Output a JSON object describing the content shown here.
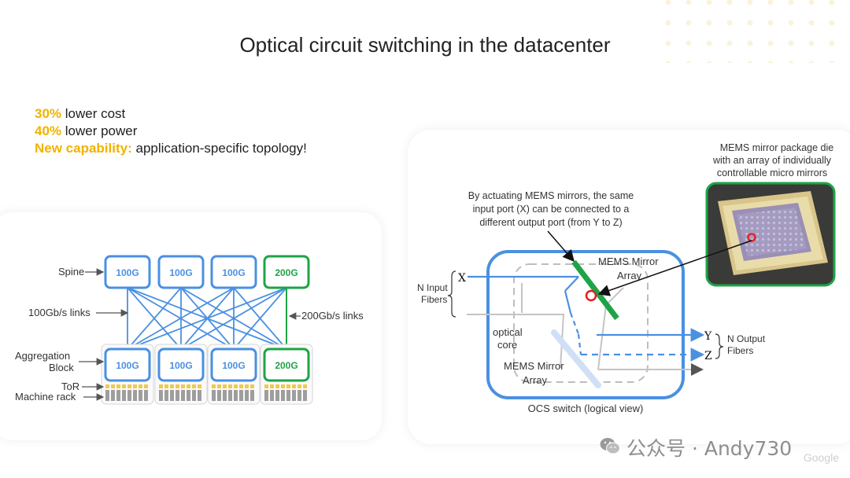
{
  "slide": {
    "title": "Optical circuit switching in the datacenter",
    "bullets": [
      {
        "highlight": "30%",
        "text": " lower cost"
      },
      {
        "highlight": "40%",
        "text": " lower power"
      },
      {
        "highlight": "New capability:",
        "text": " application-specific topology!"
      }
    ]
  },
  "topology": {
    "spine_label": "Spine",
    "links_label": "100Gb/s links",
    "links_200_label": "200Gb/s links",
    "aggregation_label": [
      "Aggregation",
      "Block"
    ],
    "tor_label": "ToR",
    "rack_label": "Machine rack",
    "spine_blocks": [
      "100G",
      "100G",
      "100G",
      "200G"
    ],
    "agg_blocks": [
      "100G",
      "100G",
      "100G",
      "200G"
    ],
    "colors": {
      "blue": "#4a90e2",
      "green": "#1ea446",
      "tor": "#f2c94c",
      "rack": "#9e9e9e"
    }
  },
  "ocs": {
    "caption": "OCS switch (logical view)",
    "actuation_note": [
      "By actuating MEMS mirrors, the same",
      "input port (X) can be connected to a",
      "different output port (from Y to Z)"
    ],
    "package_note": [
      "MEMS mirror package die",
      "with an array of individually",
      "controllable micro mirrors"
    ],
    "mirror_array_top": [
      "MEMS Mirror",
      "Array"
    ],
    "mirror_array_bottom": [
      "MEMS Mirror",
      "Array"
    ],
    "optical_core": [
      "optical",
      "core"
    ],
    "input_label": [
      "N Input",
      "Fibers"
    ],
    "output_label": [
      "N Output",
      "Fibers"
    ],
    "port_x": "X",
    "port_y": "Y",
    "port_z": "Z"
  },
  "watermark": {
    "text": "公众号 · Andy730",
    "brand": "Google"
  }
}
